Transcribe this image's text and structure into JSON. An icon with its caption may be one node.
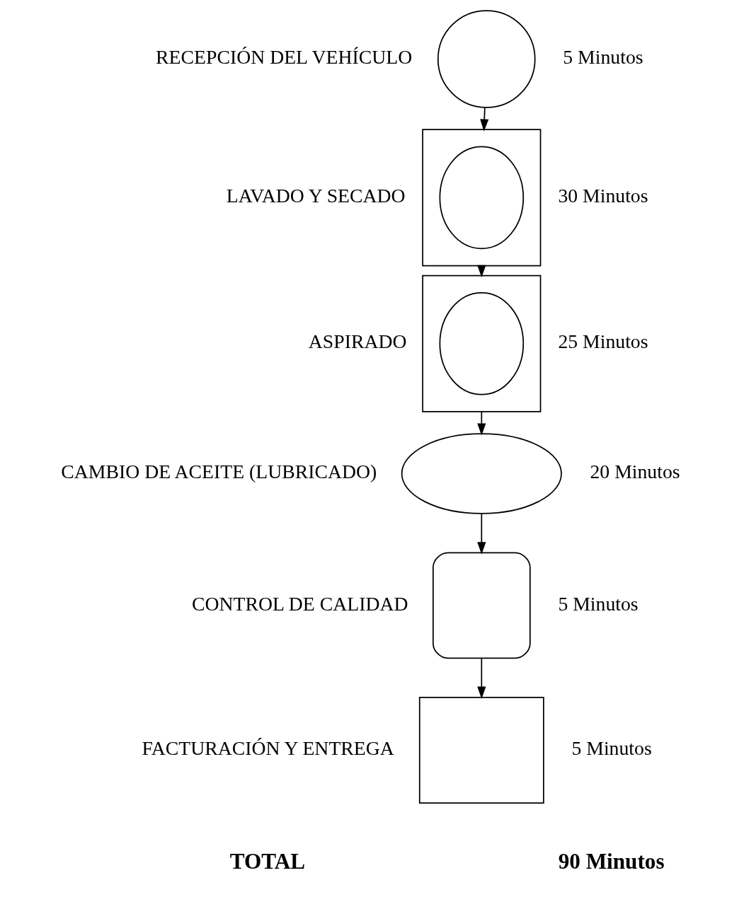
{
  "diagram": {
    "nodes": [
      {
        "text": [],
        "shape": "circle",
        "beside": [
          "RECEPCIÓN DEL VEHÍCULO",
          "5 Minutos"
        ]
      },
      {
        "text": [],
        "shape": "box",
        "beside": [
          "LAVADO Y SECADO",
          "30 Minutos"
        ]
      },
      {
        "text": [],
        "shape": "ellipse",
        "in": 1
      },
      {
        "text": [],
        "shape": "box",
        "beside": [
          "ASPIRADO",
          "25 Minutos"
        ]
      },
      {
        "text": [],
        "shape": "ellipse",
        "in": 3
      },
      {
        "text": [],
        "shape": "ellipse",
        "beside": [
          "CAMBIO DE ACEITE (LUBRICADO)",
          "20 Minutos"
        ]
      },
      {
        "text": [],
        "shape": "delay",
        "beside": [
          "CONTROL DE CALIDAD",
          "5 Minutos"
        ]
      },
      {
        "text": [],
        "shape": "box",
        "beside": [
          "FACTURACIÓN Y ENTREGA",
          "5 Minutos"
        ]
      }
    ],
    "edges": [
      {
        "from": 0,
        "to": 1,
        "arrow": "to"
      },
      {
        "from": 1,
        "to": 3,
        "arrow": "to"
      },
      {
        "from": 3,
        "to": 5,
        "arrow": "to"
      },
      {
        "from": 5,
        "to": 6,
        "arrow": "to"
      },
      {
        "from": 6,
        "to": 7,
        "arrow": "to"
      }
    ],
    "labels": [
      "TOTAL",
      "90 Minutos"
    ]
  }
}
